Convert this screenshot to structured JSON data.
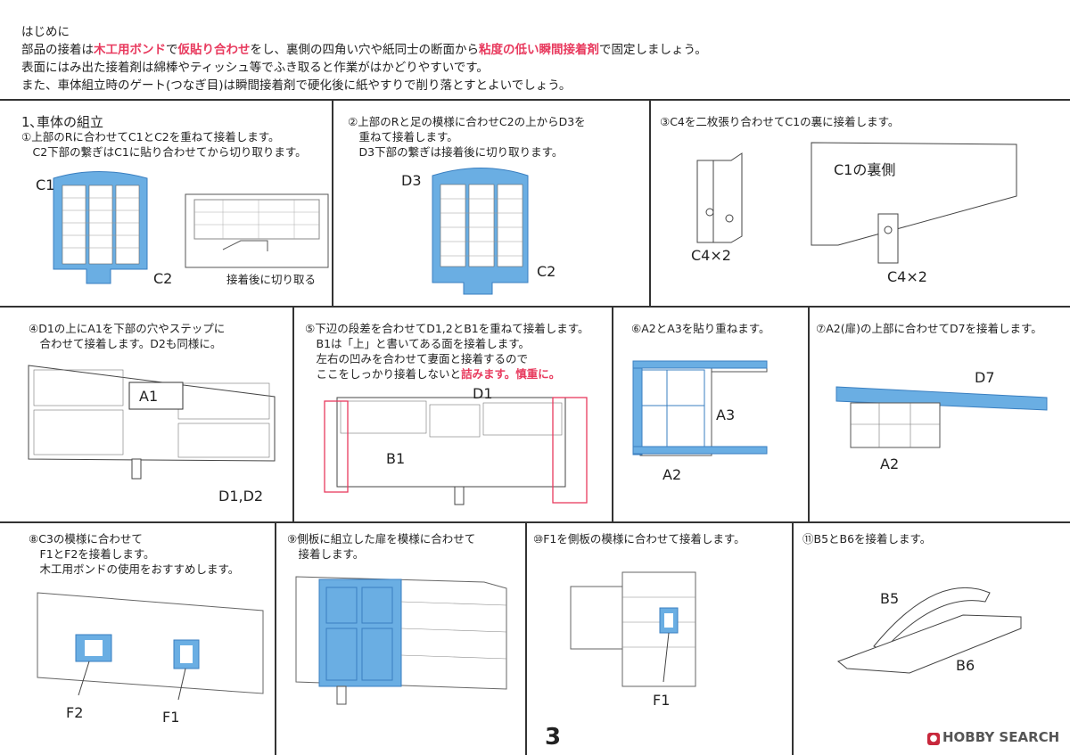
{
  "intro": {
    "heading": "はじめに",
    "line1_a": "部品の接着は",
    "line1_b": "木工用ボンド",
    "line1_c": "で",
    "line1_d": "仮貼り合わせ",
    "line1_e": "をし、裏側の四角い穴や紙同士の断面から",
    "line1_f": "粘度の低い瞬間接着剤",
    "line1_g": "で固定しましょう。",
    "line2": "表面にはみ出た接着剤は綿棒やティッシュ等でふき取ると作業がはかどりやすいです。",
    "line3": "また、車体組立時のゲート(つなぎ目)は瞬間接着剤で硬化後に紙やすりで削り落とすとよいでしょう。"
  },
  "section_title": "1､車体の組立",
  "steps": {
    "s1": {
      "text": "①上部のRに合わせてC1とC2を重ねて接着します。\n　C2下部の繋ぎはC1に貼り合わせてから切り取ります。",
      "labels": [
        "C1",
        "C2"
      ],
      "note": "接着後に切り取る"
    },
    "s2": {
      "text": "②上部のRと足の模様に合わせC2の上からD3を\n　重ねて接着します。\n　D3下部の繋ぎは接着後に切り取ります。",
      "labels": [
        "D3",
        "C2"
      ]
    },
    "s3": {
      "text": "③C4を二枚張り合わせてC1の裏に接着します。",
      "labels": [
        "C4×2",
        "C1の裏側",
        "C4×2"
      ]
    },
    "s4": {
      "text": "④D1の上にA1を下部の穴やステップに\n　合わせて接着します。D2も同様に。",
      "labels": [
        "A1",
        "D1,D2"
      ]
    },
    "s5": {
      "text_a": "⑤下辺の段差を合わせてD1,2とB1を重ねて接着します。\n　B1は「上」と書いてある面を接着します。\n　左右の凹みを合わせて妻面と接着するので\n　ここをしっかり接着しないと",
      "text_b": "詰みます。慎重に。",
      "labels": [
        "D1",
        "B1"
      ]
    },
    "s6": {
      "text": "⑥A2とA3を貼り重ねます。",
      "labels": [
        "A3",
        "A2"
      ]
    },
    "s7": {
      "text": "⑦A2(扉)の上部に合わせてD7を接着します。",
      "labels": [
        "D7",
        "A2"
      ]
    },
    "s8": {
      "text": "⑧C3の模様に合わせて\n　F1とF2を接着します。\n　木工用ボンドの使用をおすすめします。",
      "labels": [
        "F2",
        "F1"
      ]
    },
    "s9": {
      "text": "⑨側板に組立した扉を模様に合わせて\n　接着します。"
    },
    "s10": {
      "text": "⑩F1を側板の模様に合わせて接着します。",
      "labels": [
        "F1"
      ]
    },
    "s11": {
      "text": "⑪B5とB6を接着します。",
      "labels": [
        "B5",
        "B6"
      ]
    }
  },
  "page_number": "3",
  "watermark": "HOBBY SEARCH",
  "colors": {
    "highlight": "#e83a5e",
    "part_blue": "#6aaee3",
    "line": "#333333"
  }
}
